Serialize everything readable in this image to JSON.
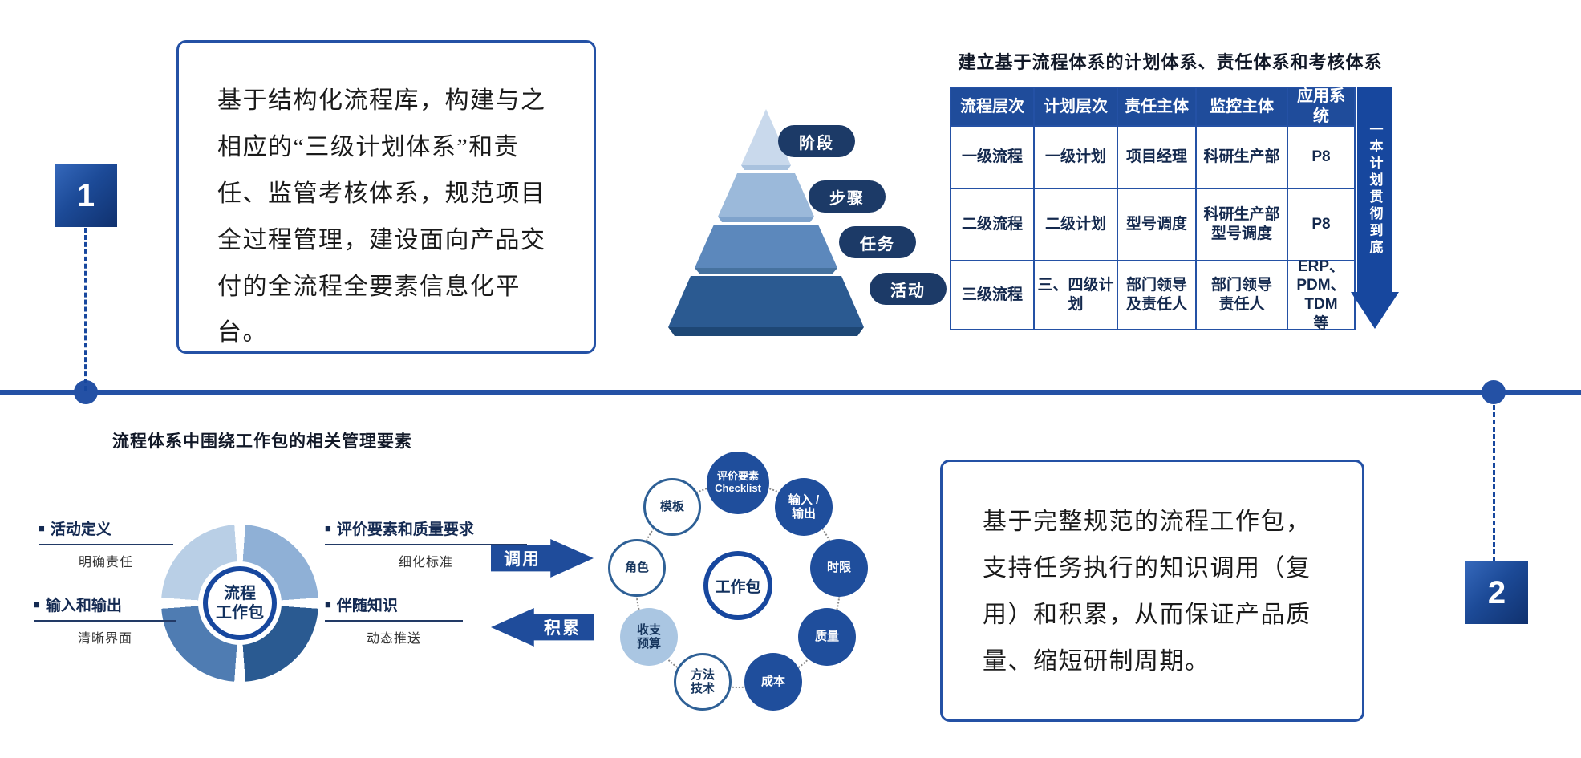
{
  "colors": {
    "primary_blue": "#1f4c9b",
    "deep_blue": "#17479e",
    "light_blue": "#b9cfe6"
  },
  "section1": {
    "badge": "1",
    "box_text": "基于结构化流程库，构建与之相应的“三级计划体系”和责任、监管考核体系，规范项目全过程管理，建设面向产品交付的全流程全要素信息化平台。",
    "pyramid": {
      "levels": [
        "阶段",
        "步骤",
        "任务",
        "活动"
      ]
    },
    "table": {
      "title": "建立基于流程体系的计划体系、责任体系和考核体系",
      "headers": [
        "流程层次",
        "计划层次",
        "责任主体",
        "监控主体",
        "应用系统"
      ],
      "rows": [
        [
          "一级流程",
          "一级计划",
          "项目经理",
          "科研生产部",
          "P8"
        ],
        [
          "二级流程",
          "二级计划",
          "型号调度",
          "科研生产部\n型号调度",
          "P8"
        ],
        [
          "三级流程",
          "三、四级计划",
          "部门领导\n及责任人",
          "部门领导\n责任人",
          "ERP、\nPDM、TDM\n等"
        ]
      ],
      "side_banner": "一本计划贯彻到底"
    }
  },
  "section2": {
    "badge": "2",
    "title": "流程体系中围绕工作包的相关管理要素",
    "bullet": "■",
    "hub_center": "流程\n工作包",
    "quadrants": [
      {
        "heading": "活动定义",
        "sub": "明确责任"
      },
      {
        "heading": "评价要素和质量要求",
        "sub": "细化标准"
      },
      {
        "heading": "输入和输出",
        "sub": "清晰界面"
      },
      {
        "heading": "伴随知识",
        "sub": "动态推送"
      }
    ],
    "arrows": {
      "invoke": "调用",
      "accumulate": "积累"
    },
    "ring": {
      "center": "工作包",
      "nodes": [
        "评价要素\nChecklist",
        "输入 /\n输出",
        "时限",
        "质量",
        "成本",
        "方法\n技术",
        "收支\n预算",
        "角色",
        "模板"
      ]
    },
    "box_text": "基于完整规范的流程工作包，支持任务执行的知识调用（复用）和积累，从而保证产品质量、缩短研制周期。"
  }
}
